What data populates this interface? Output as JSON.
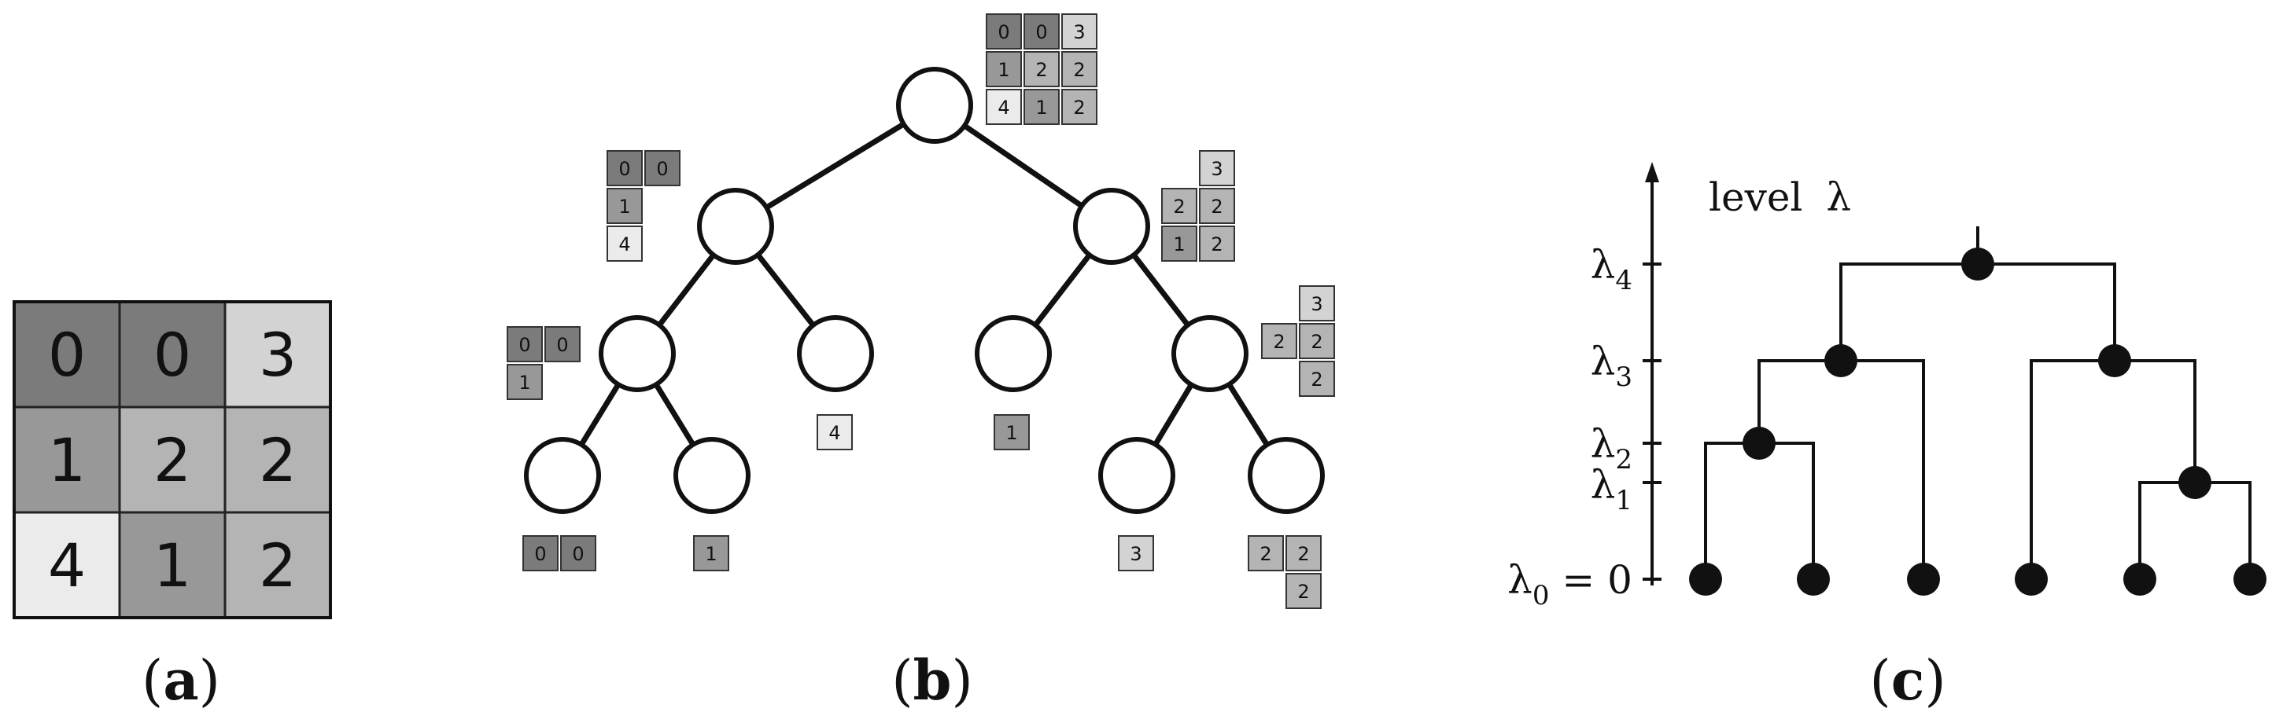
{
  "panels": {
    "a": {
      "caption": "a"
    },
    "b": {
      "caption": "b"
    },
    "c": {
      "caption": "c"
    }
  },
  "image": {
    "values": [
      [
        0,
        0,
        3
      ],
      [
        1,
        2,
        2
      ],
      [
        4,
        1,
        2
      ]
    ],
    "gray_shades": {
      "0": "#7b7b7b",
      "1": "#989898",
      "2": "#b4b4b4",
      "3": "#d3d3d3",
      "4": "#ebebeb"
    }
  },
  "tree_labels": {
    "root": [
      [
        "0",
        "0",
        "3"
      ],
      [
        "1",
        "2",
        "2"
      ],
      [
        "4",
        "1",
        "2"
      ]
    ],
    "left1": [
      [
        "0",
        "0",
        ""
      ],
      [
        "1",
        "",
        ""
      ],
      [
        "4",
        "",
        ""
      ]
    ],
    "right1": [
      [
        "",
        "3"
      ],
      [
        "2",
        "2"
      ],
      [
        "1",
        "2"
      ]
    ],
    "left2a": [
      [
        "0",
        "0"
      ],
      [
        "1",
        ""
      ]
    ],
    "left2b": [
      [
        "4"
      ]
    ],
    "right2a": [
      [
        "1"
      ]
    ],
    "right2b": [
      [
        "",
        "3"
      ],
      [
        "2",
        "2"
      ],
      [
        "",
        "2"
      ]
    ],
    "leaf1": [
      [
        "0",
        "0"
      ]
    ],
    "leaf2": [
      [
        "1"
      ]
    ],
    "leaf3": [
      [
        "3"
      ]
    ],
    "leaf4": [
      [
        "2",
        "2"
      ],
      [
        "",
        "2"
      ]
    ]
  },
  "dendrogram": {
    "axis_title": "level",
    "axis_symbol": "λ",
    "levels": [
      {
        "sym": "λ",
        "sub": "4"
      },
      {
        "sym": "λ",
        "sub": "3"
      },
      {
        "sym": "λ",
        "sub": "2"
      },
      {
        "sym": "λ",
        "sub": "1"
      },
      {
        "sym": "λ",
        "sub": "0",
        "suffix": " = 0"
      }
    ]
  }
}
